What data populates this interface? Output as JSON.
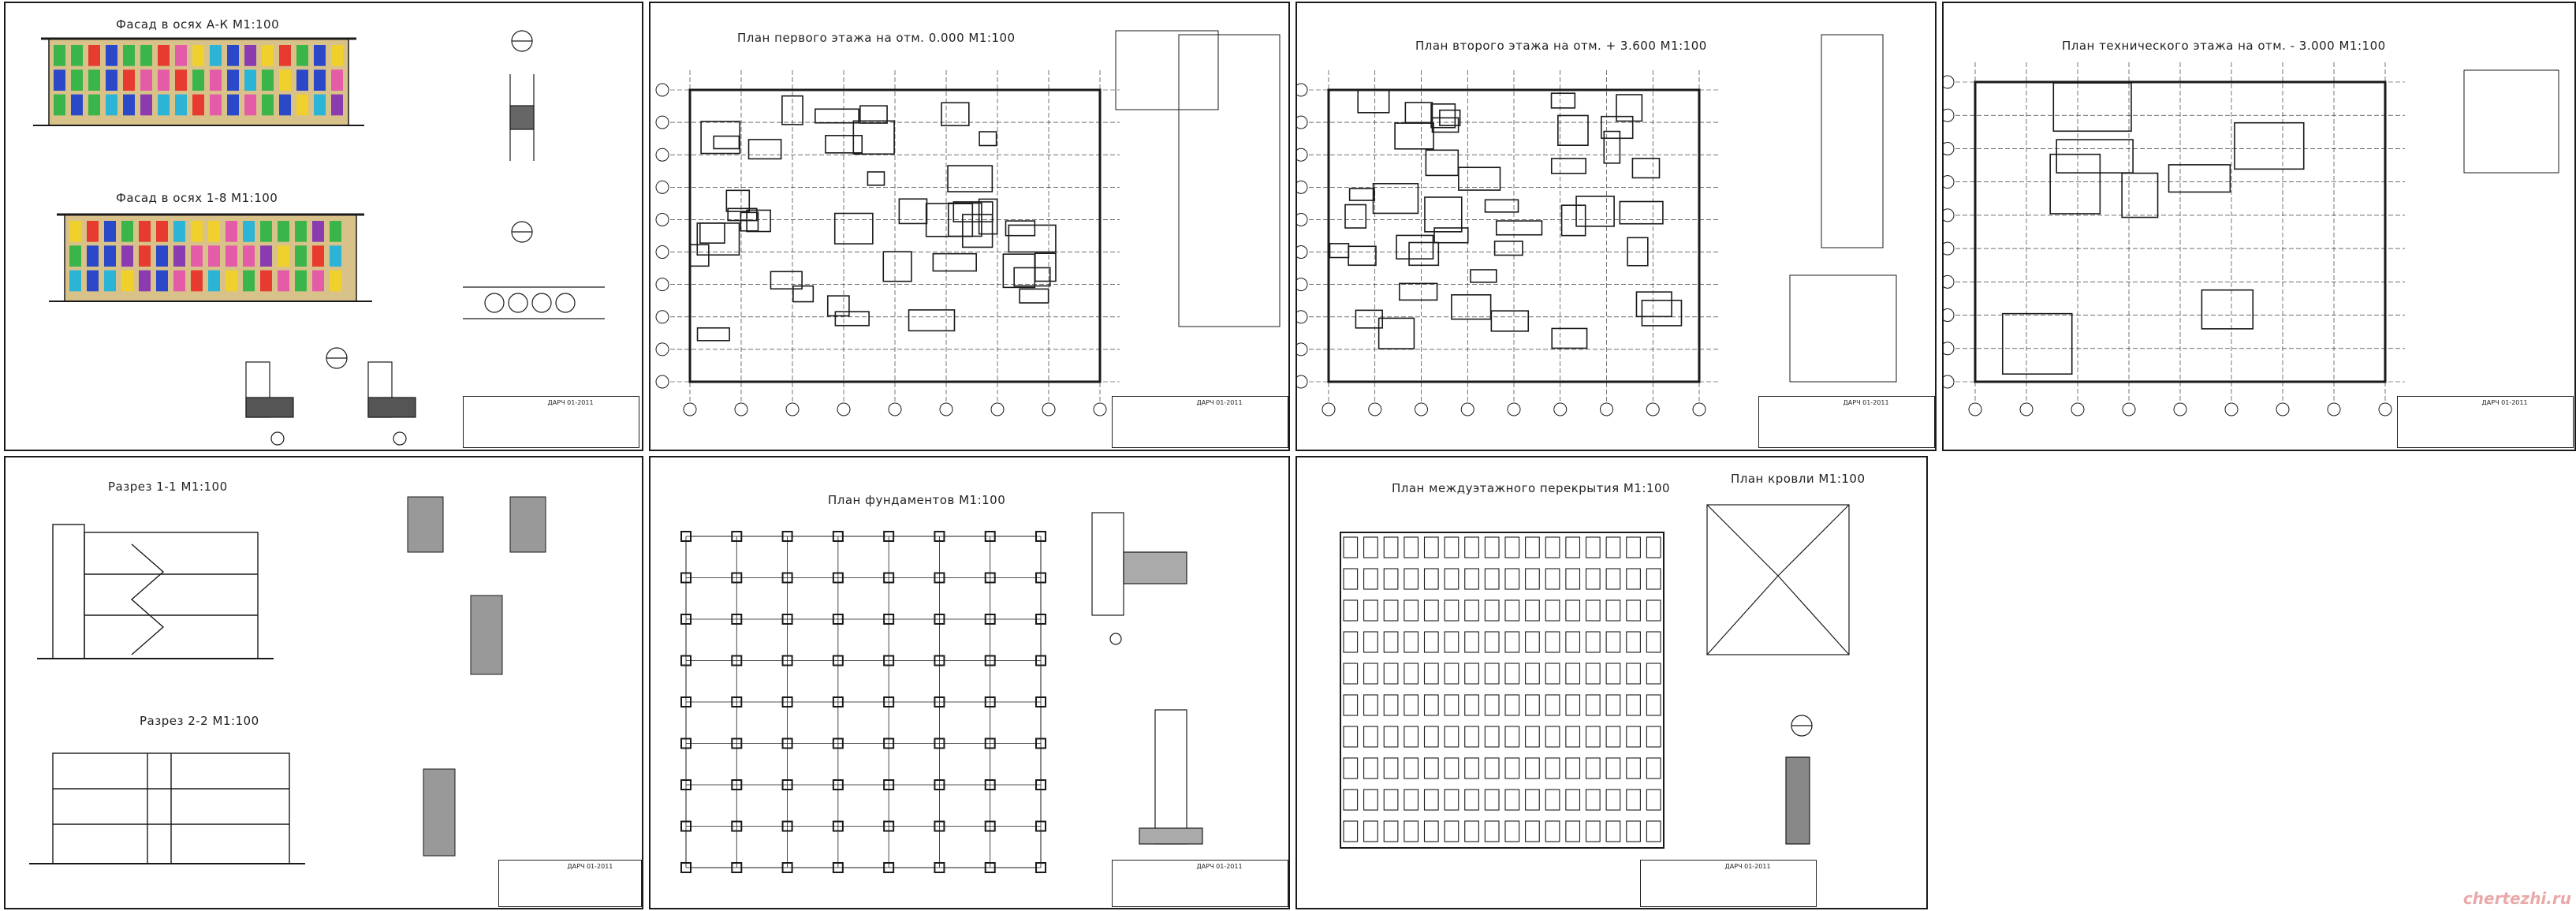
{
  "sheets": [
    {
      "id": "s1",
      "titles": [
        "Фасад в осях А-К М1:100",
        "Фасад в осях 1-8 М1:100"
      ]
    },
    {
      "id": "s2",
      "titles": [
        "План первого этажа на отм. 0.000 М1:100"
      ]
    },
    {
      "id": "s3",
      "titles": [
        "План второго этажа на отм. + 3.600 М1:100"
      ]
    },
    {
      "id": "s4",
      "titles": [
        "План технического этажа на отм. - 3.000 М1:100"
      ]
    },
    {
      "id": "s5",
      "titles": [
        "Разрез 1-1 М1:100",
        "Разрез 2-2 М1:100"
      ]
    },
    {
      "id": "s6",
      "titles": [
        "План фундаментов М1:100"
      ]
    },
    {
      "id": "s7",
      "titles": [
        "План междуэтажного перекрытия М1:100",
        "План кровли М1:100"
      ]
    }
  ],
  "stamp_code": "ДАРЧ 01-2011",
  "watermark": "chertezhi.ru",
  "colors": {
    "facade_wall": "#d8c28a",
    "win_red": "#e63b2e",
    "win_blue": "#2b48c9",
    "win_cyan": "#2bb4d6",
    "win_green": "#39b54a",
    "win_yellow": "#f0d02c",
    "win_purple": "#8a3bb0",
    "win_pink": "#e45ba8",
    "line": "#1a1a1a"
  }
}
